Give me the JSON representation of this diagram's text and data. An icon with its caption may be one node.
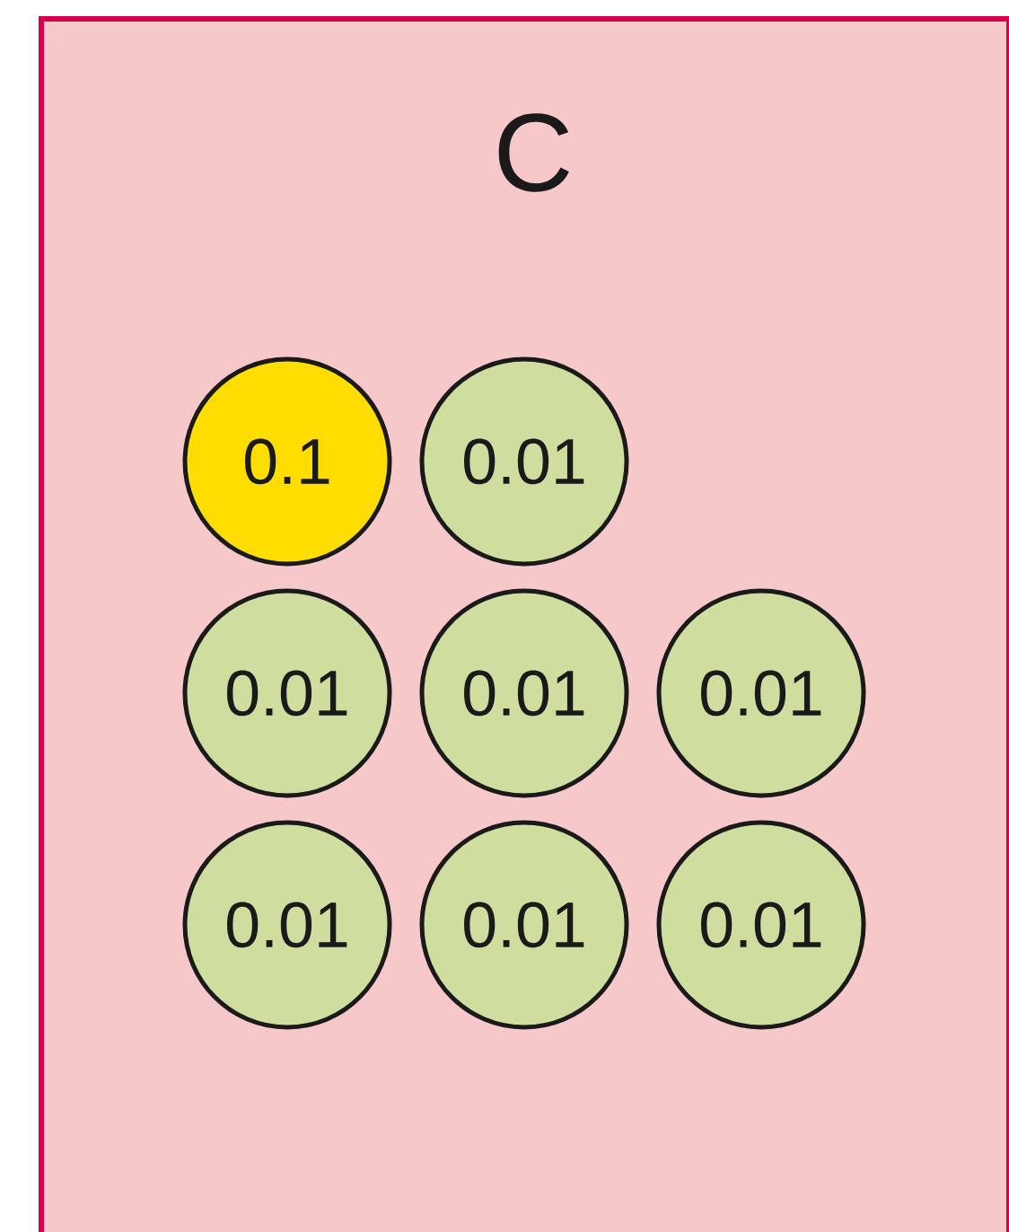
{
  "diagram": {
    "nodes": [
      {
        "text": [
          "C"
        ]
      },
      {
        "text": [
          "0.1"
        ],
        "in": 0
      },
      {
        "text": [
          "0.01"
        ],
        "in": 0
      },
      {
        "text": [
          "0.01"
        ],
        "in": 0
      },
      {
        "text": [
          "0.01"
        ],
        "in": 0
      },
      {
        "text": [
          "0.01"
        ],
        "in": 0
      },
      {
        "text": [
          "0.01"
        ],
        "in": 0
      },
      {
        "text": [
          "0.01"
        ],
        "in": 0
      },
      {
        "text": [
          "0.01"
        ],
        "in": 0
      }
    ]
  }
}
